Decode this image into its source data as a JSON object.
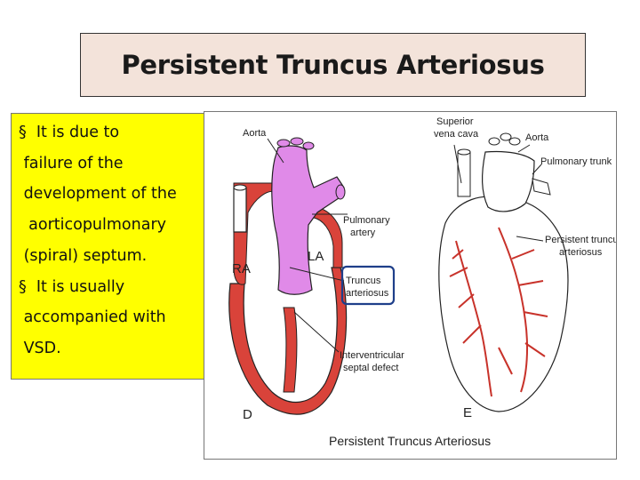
{
  "title": "Persistent Truncus Arteriosus",
  "bullets": [
    {
      "marker": "§",
      "lines": [
        "It is due to",
        "failure of the",
        "development of the",
        " aorticopulmonary",
        "(spiral) septum."
      ]
    },
    {
      "marker": "§",
      "lines": [
        "It is usually",
        "accompanied with",
        "VSD."
      ]
    }
  ],
  "figure": {
    "labels_d": {
      "aorta": "Aorta",
      "pulmonary_artery_1": "Pulmonary",
      "pulmonary_artery_2": "artery",
      "ra": "RA",
      "la": "LA",
      "truncus_1": "Truncus",
      "truncus_2": "arteriosus",
      "vsd_1": "Interventricular",
      "vsd_2": "septal defect",
      "panel": "D"
    },
    "labels_e": {
      "svc_1": "Superior",
      "svc_2": "vena cava",
      "aorta": "Aorta",
      "pulmonary_trunk": "Pulmonary trunk",
      "ptruncus_1": "Persistent truncus",
      "ptruncus_2": "arteriosus",
      "panel": "E"
    },
    "caption": "Persistent Truncus Arteriosus"
  },
  "colors": {
    "title_bg": "#f3e3da",
    "panel_bg": "#ffff00",
    "truncus_fill": "#e08ae8",
    "wall_red": "#d9433a",
    "highlight_border": "#1f3f8a"
  }
}
